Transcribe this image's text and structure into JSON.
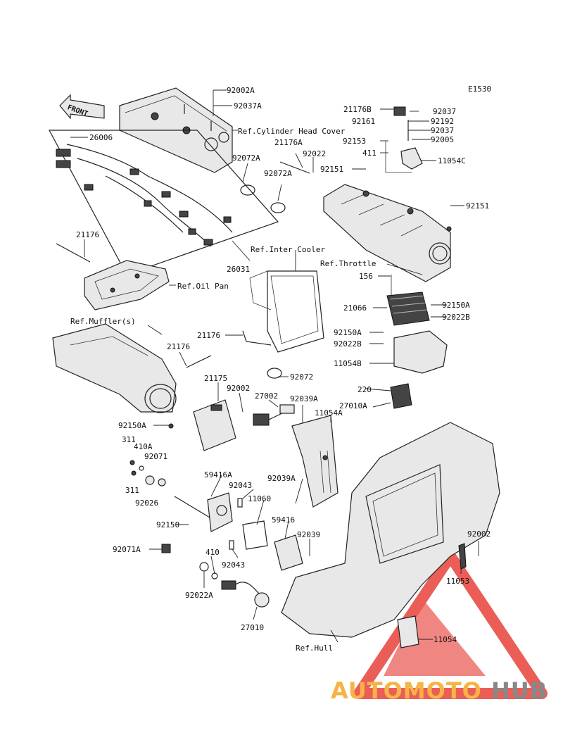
{
  "diagram_code": "E1530",
  "front_label": "FRONT",
  "refs": {
    "cylinder_head_cover": "Ref.Cylinder Head Cover",
    "inter_cooler": "Ref.Inter Cooler",
    "throttle": "Ref.Throttle",
    "oil_pan": "Ref.Oil Pan",
    "mufflers": "Ref.Muffler(s)",
    "hull": "Ref.Hull"
  },
  "parts": {
    "p92002A": "92002A",
    "p92037A": "92037A",
    "p26006": "26006",
    "p21176A": "21176A",
    "p92022": "92022",
    "p92072A_1": "92072A",
    "p92072A_2": "92072A",
    "p21176B": "21176B",
    "p92037_1": "92037",
    "p92192": "92192",
    "p92161": "92161",
    "p92037_2": "92037",
    "p92153": "92153",
    "p92005": "92005",
    "p411": "411",
    "p11054C": "11054C",
    "p92151_1": "92151",
    "p92151_2": "92151",
    "p21176_1": "21176",
    "p26031": "26031",
    "p156": "156",
    "p21066": "21066",
    "p92150A_1": "92150A",
    "p92022B_1": "92022B",
    "p92150A_2": "92150A",
    "p92022B_2": "92022B",
    "p11054B": "11054B",
    "p21176_2": "21176",
    "p21176_3": "21176",
    "p92072": "92072",
    "p21175": "21175",
    "p92002": "92002",
    "p27002": "27002",
    "p92039A_1": "92039A",
    "p11054A": "11054A",
    "p220": "220",
    "p27010A": "27010A",
    "p92150A_3": "92150A",
    "p311_1": "311",
    "p410A": "410A",
    "p92071": "92071",
    "p311_2": "311",
    "p92026": "92026",
    "p59416A": "59416A",
    "p92043_1": "92043",
    "p92039A_2": "92039A",
    "p11060": "11060",
    "p92150": "92150",
    "p59416": "59416",
    "p92039": "92039",
    "p92071A": "92071A",
    "p410": "410",
    "p92043_2": "92043",
    "p92022A": "92022A",
    "p27010": "27010",
    "p92002_2": "92002",
    "p11053": "11053",
    "p11054": "11054"
  },
  "watermark": {
    "auto": "AUTOMOTO",
    "hub": "HUB",
    "auto_color": "#f7b347",
    "hub_color": "#888888",
    "logo_color": "#e8423a"
  }
}
